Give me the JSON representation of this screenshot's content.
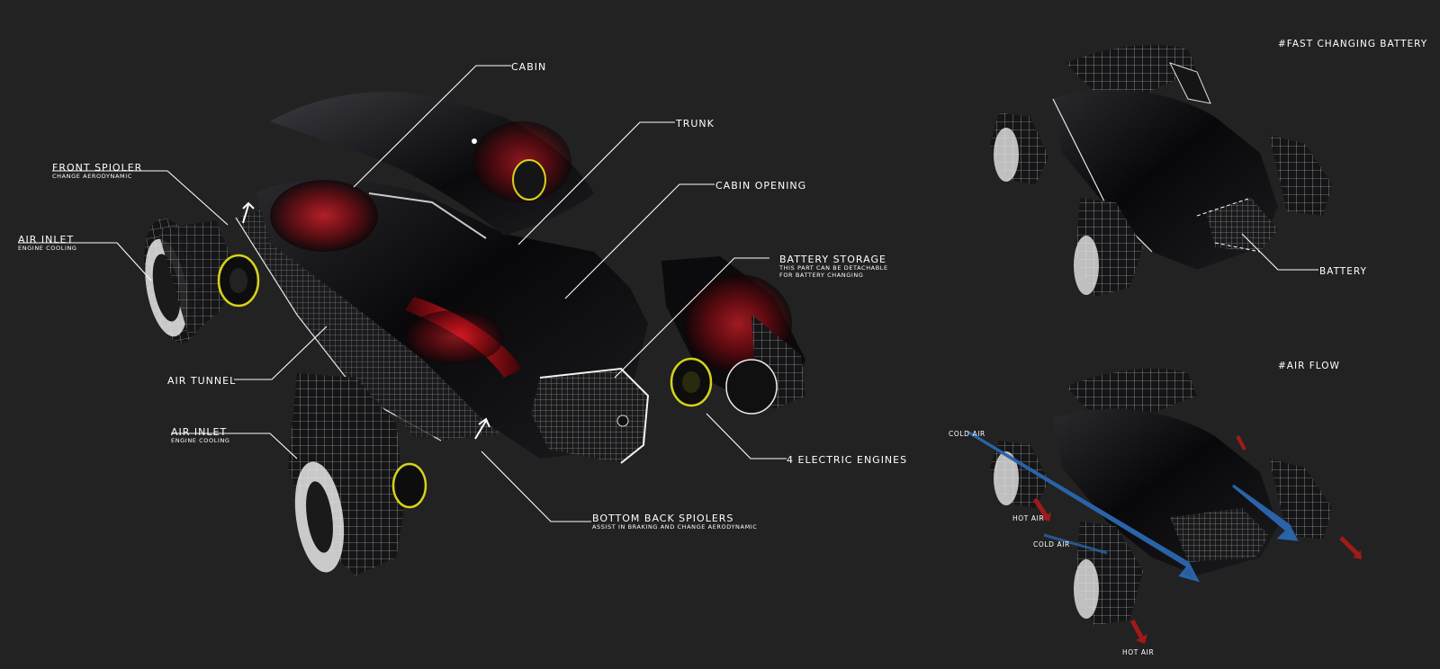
{
  "main_labels": {
    "cabin": "CABIN",
    "trunk": "TRUNK",
    "cabin_opening": "CABIN OPENING",
    "front_spoiler": "FRONT SPIOLER",
    "front_spoiler_sub": "CHANGE AERODYNAMIC",
    "air_inlet_top": "AIR INLET",
    "air_inlet_top_sub": "ENGINE COOLING",
    "battery_storage": "BATTERY STORAGE",
    "battery_storage_sub_1": "THIS PART CAN BE DETACHABLE",
    "battery_storage_sub_2": "FOR BATTERY CHANGING",
    "air_tunnel": "AIR TUNNEL",
    "air_inlet_bottom": "AIR INLET",
    "air_inlet_bottom_sub": "ENGINE COOLING",
    "electric_engines": "4 ELECTRIC ENGINES",
    "bottom_back_spoilers": "BOTTOM BACK SPIOLERS",
    "bottom_back_spoilers_sub": "ASSIST IN BRAKING AND CHANGE AERODYNAMIC"
  },
  "battery_view": {
    "title": "#FAST CHANGING BATTERY",
    "battery_label": "BATTERY"
  },
  "airflow_view": {
    "title": "#AIR FLOW",
    "cold_air_1": "COLD AIR",
    "hot_air_1": "HOT AIR",
    "cold_air_2": "COLD AIR",
    "hot_air_2": "HOT AIR"
  },
  "colors": {
    "background": "#222222",
    "body_black": "#0b0b0d",
    "accent_red": "#c0101a",
    "engine_yellow": "#d6d21a",
    "cold_air_blue": "#2a63a8",
    "hot_air_red": "#a01a1a",
    "wireframe": "#e6e6e6"
  }
}
